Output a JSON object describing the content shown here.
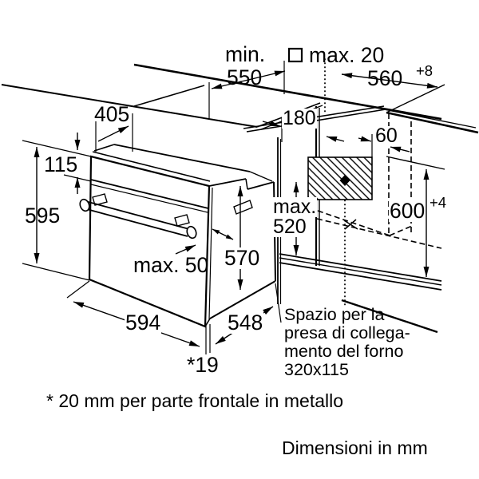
{
  "diagram": {
    "dims": {
      "min_depth_label": "min.",
      "min_depth_value": "550",
      "hob_protrusion": "max. 20",
      "niche_width": "560",
      "niche_width_tol": "+8",
      "top_depth": "405",
      "control_panel_height": "115",
      "front_height": "595",
      "socket_offset": "180",
      "socket_side_gap": "60",
      "max_insert_depth_line1": "max.",
      "max_insert_depth_line2": "520",
      "niche_height": "600",
      "niche_height_tol": "+4",
      "handle_clearance": "max. 50",
      "body_height": "570",
      "oven_width": "594",
      "body_depth": "548",
      "door_overhang": "*19"
    },
    "socket_note": {
      "lines": [
        "Spazio per la",
        "presa di collega-",
        "mento del forno",
        "320x115"
      ]
    },
    "footnote": "* 20 mm per parte frontale in metallo",
    "units_note": "Dimensioni in mm",
    "colors": {
      "line": "#000000",
      "background": "#ffffff"
    }
  }
}
